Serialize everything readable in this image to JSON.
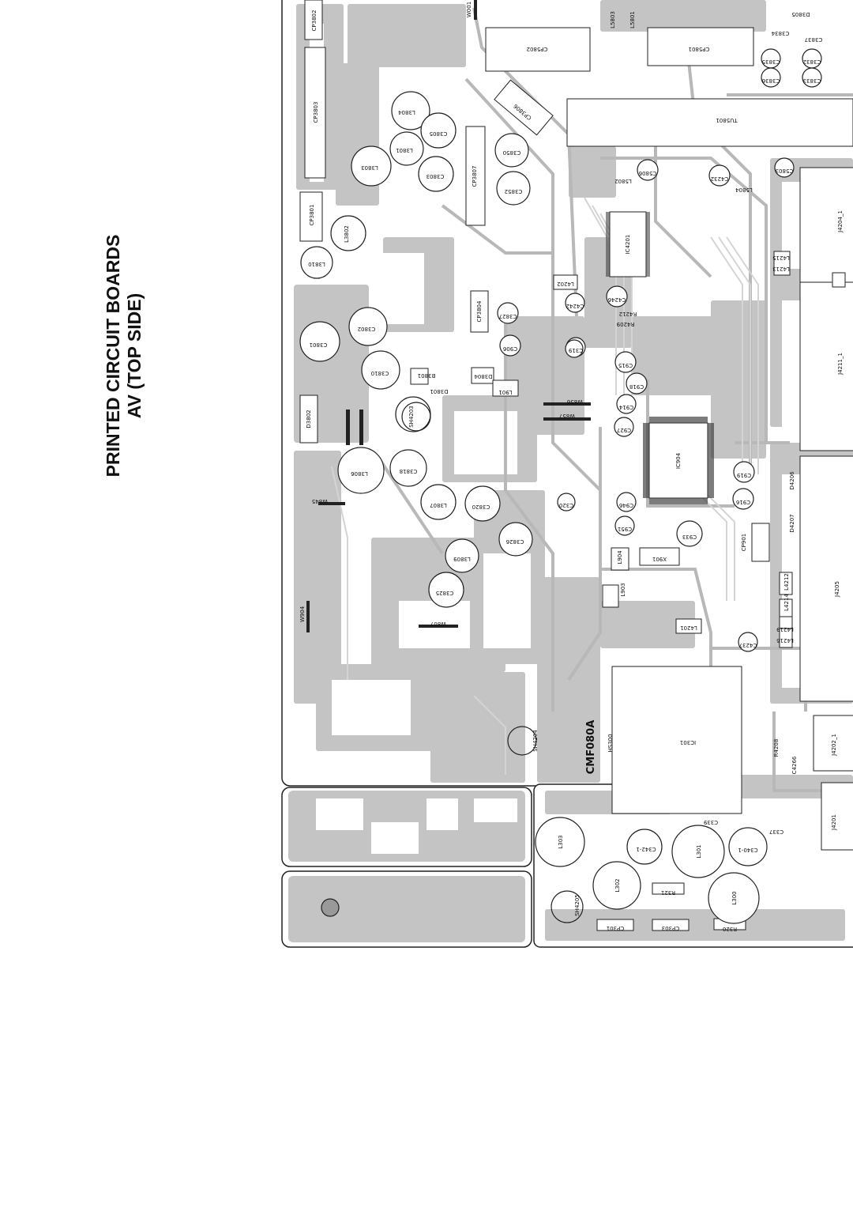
{
  "page": {
    "title_line1": "PRINTED CIRCUIT BOARDS",
    "title_line2": "AV (TOP SIDE)",
    "board_code": "CMF080A"
  },
  "components": [
    {
      "id": "cp3802",
      "label": "CP3802"
    },
    {
      "id": "cp3803",
      "label": "CP3803"
    },
    {
      "id": "cp3801",
      "label": "CP3801"
    },
    {
      "id": "cp3807",
      "label": "CP3807"
    },
    {
      "id": "cp3806",
      "label": "CP3806"
    },
    {
      "id": "cp5802",
      "label": "CP5802"
    },
    {
      "id": "cp5801",
      "label": "CP5801"
    },
    {
      "id": "cp3804",
      "label": "CP3804"
    },
    {
      "id": "cp901",
      "label": "CP901"
    },
    {
      "id": "cp301",
      "label": "CP301"
    },
    {
      "id": "cp303",
      "label": "CP303"
    },
    {
      "id": "tu5801",
      "label": "TU5801"
    },
    {
      "id": "ic4201",
      "label": "IC4201"
    },
    {
      "id": "ic904",
      "label": "IC904"
    },
    {
      "id": "ic301",
      "label": "IC301"
    },
    {
      "id": "hs300",
      "label": "HS300"
    },
    {
      "id": "l3804",
      "label": "L3804"
    },
    {
      "id": "l3801",
      "label": "L3801"
    },
    {
      "id": "l3803",
      "label": "L3803"
    },
    {
      "id": "l3802",
      "label": "L3802"
    },
    {
      "id": "l3810",
      "label": "L3810"
    },
    {
      "id": "l3806",
      "label": "L3806"
    },
    {
      "id": "l3807",
      "label": "L3807"
    },
    {
      "id": "l3809",
      "label": "L3809"
    },
    {
      "id": "l303",
      "label": "L303"
    },
    {
      "id": "l302",
      "label": "L302"
    },
    {
      "id": "l301",
      "label": "L301"
    },
    {
      "id": "l300",
      "label": "L300"
    },
    {
      "id": "l901",
      "label": "L901"
    },
    {
      "id": "l903",
      "label": "L903"
    },
    {
      "id": "l904",
      "label": "L904"
    },
    {
      "id": "l5802",
      "label": "L5802"
    },
    {
      "id": "l5803",
      "label": "L5803"
    },
    {
      "id": "l5801",
      "label": "L5801"
    },
    {
      "id": "l5804",
      "label": "L5804"
    },
    {
      "id": "l4202",
      "label": "L4202"
    },
    {
      "id": "l4201",
      "label": "L4201"
    },
    {
      "id": "l4212",
      "label": "L4212"
    },
    {
      "id": "l4214",
      "label": "L4214"
    },
    {
      "id": "l4215",
      "label": "L4215"
    },
    {
      "id": "l4213",
      "label": "L4213"
    },
    {
      "id": "l4219",
      "label": "L4219"
    },
    {
      "id": "l4216",
      "label": "L4216"
    },
    {
      "id": "c3805",
      "label": "C3805"
    },
    {
      "id": "c3803",
      "label": "C3803"
    },
    {
      "id": "c3850",
      "label": "C3850"
    },
    {
      "id": "c3852",
      "label": "C3852"
    },
    {
      "id": "c3802",
      "label": "C3802"
    },
    {
      "id": "c3801",
      "label": "C3801"
    },
    {
      "id": "c3810",
      "label": "C3810"
    },
    {
      "id": "c3818",
      "label": "C3818"
    },
    {
      "id": "c3820",
      "label": "C3820"
    },
    {
      "id": "c3826",
      "label": "C3826"
    },
    {
      "id": "c3825",
      "label": "C3825"
    },
    {
      "id": "c3827",
      "label": "C3827"
    },
    {
      "id": "c906",
      "label": "C906"
    },
    {
      "id": "c319",
      "label": "C319"
    },
    {
      "id": "c320",
      "label": "C320"
    },
    {
      "id": "c915",
      "label": "C915"
    },
    {
      "id": "c918",
      "label": "C918"
    },
    {
      "id": "c914",
      "label": "C914"
    },
    {
      "id": "c927",
      "label": "C927"
    },
    {
      "id": "c919",
      "label": "C919"
    },
    {
      "id": "c916",
      "label": "C916"
    },
    {
      "id": "c946",
      "label": "C946"
    },
    {
      "id": "c951",
      "label": "C951"
    },
    {
      "id": "c933",
      "label": "C933"
    },
    {
      "id": "c4242",
      "label": "C4242"
    },
    {
      "id": "c4246",
      "label": "C4246"
    },
    {
      "id": "c4232",
      "label": "C4232"
    },
    {
      "id": "c4237",
      "label": "C4237"
    },
    {
      "id": "c4266",
      "label": "C4266"
    },
    {
      "id": "c5806",
      "label": "C5806"
    },
    {
      "id": "c5803",
      "label": "C5803"
    },
    {
      "id": "c3835",
      "label": "C3835"
    },
    {
      "id": "c3836",
      "label": "C3836"
    },
    {
      "id": "c3832",
      "label": "C3832"
    },
    {
      "id": "c3833",
      "label": "C3833"
    },
    {
      "id": "c3837",
      "label": "C3837"
    },
    {
      "id": "c3834",
      "label": "C3834"
    },
    {
      "id": "c342",
      "label": "C342-1"
    },
    {
      "id": "c340",
      "label": "C340-1"
    },
    {
      "id": "c337",
      "label": "C337"
    },
    {
      "id": "c339",
      "label": "C339"
    },
    {
      "id": "b3801",
      "label": "B3801"
    },
    {
      "id": "d3801",
      "label": "D3801"
    },
    {
      "id": "d3802",
      "label": "D3802"
    },
    {
      "id": "d3804",
      "label": "D3804"
    },
    {
      "id": "d3805",
      "label": "D3805"
    },
    {
      "id": "d4206",
      "label": "D4206"
    },
    {
      "id": "d4207",
      "label": "D4207"
    },
    {
      "id": "sh4203",
      "label": "SH4203"
    },
    {
      "id": "sh4204",
      "label": "SH4204"
    },
    {
      "id": "sh4205",
      "label": "SH4205"
    },
    {
      "id": "w856",
      "label": "W856"
    },
    {
      "id": "w857",
      "label": "W857"
    },
    {
      "id": "w845",
      "label": "W845"
    },
    {
      "id": "w807",
      "label": "W807"
    },
    {
      "id": "w904",
      "label": "W904"
    },
    {
      "id": "w001",
      "label": "W001"
    },
    {
      "id": "x901",
      "label": "X901"
    },
    {
      "id": "r321",
      "label": "R321"
    },
    {
      "id": "r320",
      "label": "R320"
    },
    {
      "id": "r4208",
      "label": "R4208"
    },
    {
      "id": "r4209",
      "label": "R4209"
    },
    {
      "id": "r4212",
      "label": "R4212"
    },
    {
      "id": "j4204",
      "label": "J4204_1"
    },
    {
      "id": "j4211",
      "label": "J4211_1"
    },
    {
      "id": "j4205",
      "label": "J4205"
    },
    {
      "id": "j4202",
      "label": "J4202_1"
    },
    {
      "id": "j4201",
      "label": "J4201"
    }
  ]
}
